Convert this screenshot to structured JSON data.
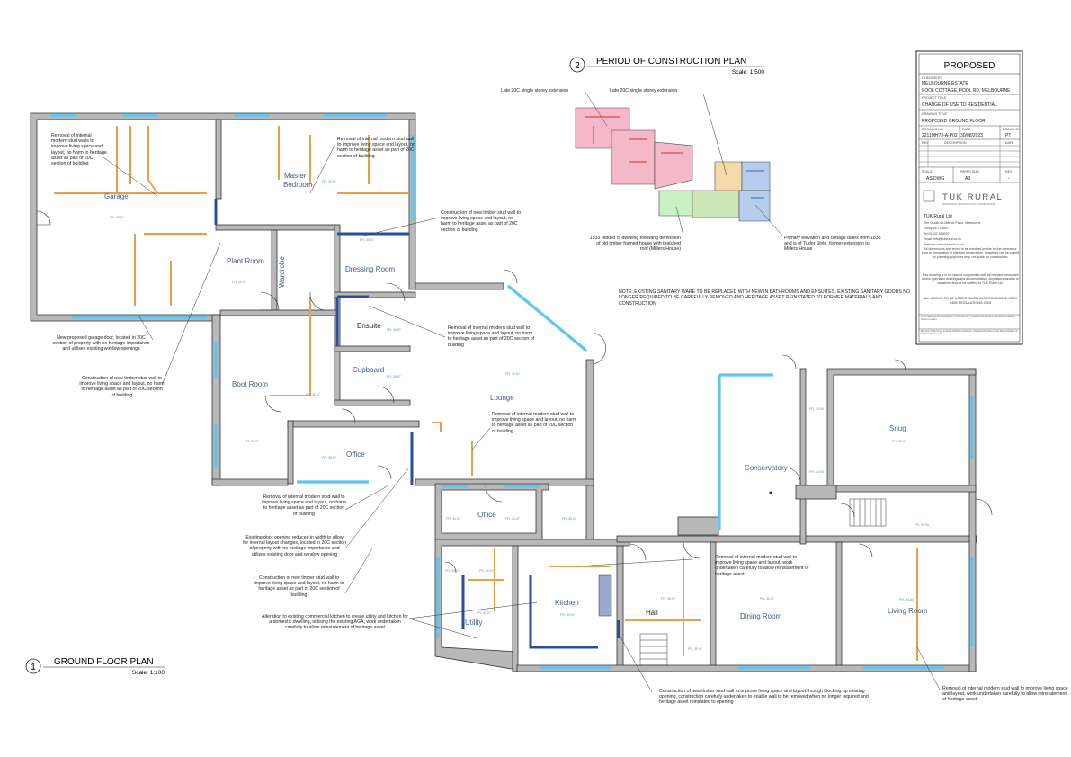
{
  "plan1": {
    "number": "1",
    "title": "GROUND FLOOR PLAN",
    "scale": "Scale: 1:100"
  },
  "plan2": {
    "number": "2",
    "title": "PERIOD OF CONSTRUCTION PLAN",
    "scale": "Scale: 1:500",
    "labels": {
      "ext_left": "Late 20C single storey extension",
      "ext_right": "Late 20C single storey extension",
      "rebuild": "1933 rebuild of dwelling following demolition of old timber framed house with thatched roof (Millers House)",
      "primary": "Primary elevation and cottage dates from 1838 and is of Tudor Style, former extension to Millers House"
    }
  },
  "rooms": {
    "garage": "Garage",
    "master": "Master Bedroom",
    "plant": "Plant Room",
    "wardrobe": "Wardrobe",
    "dressing": "Dressing Room",
    "ensuite": "Ensuite",
    "cupboard": "Cupboard",
    "boot": "Boot Room",
    "office1": "Office",
    "lounge": "Lounge",
    "office2": "Office",
    "utility": "Utility",
    "kitchen": "Kitchen",
    "hall": "Hall",
    "dining": "Dining Room",
    "conservatory": "Conservatory",
    "snug": "Snug",
    "living": "Living Room",
    "ffl": "FFL 30.97",
    "ffl2": "FFL 30.94",
    "ffl3": "FFL 30.84"
  },
  "notes": {
    "n1": "Removal of internal modern stud walls to improve living space and layout, no harm to heritage asset as part of 20C section of building",
    "n2": "Removal of internal modern stud wall to improve living space and layout, no harm to heritage asset as part of 20C section of building",
    "n3": "Construction of new timber stud wall to improve living space and layout, no harm to heritage asset as part of 20C section of building",
    "n4": "New proposed garage door, located in 20C section of property with no heritage importance and utilises existing window openings",
    "n5": "Construction of new timber stud wall to improve living space and layout, no harm to heritage asset as part of 20C section of building",
    "n6": "Removal of internal modern stud wall to improve living space and layout, no harm to heritage asset as part of 20C section of building",
    "n7": "Removal of internal modern stud wall to improve living space and layout, no harm to heritage asset as part of 20C section of building",
    "n8": "Removal of internal modern stud wall to improve living space and layout, no harm to heritage asset as part of 20C section of building",
    "n9": "Existing door opening reduced in width to allow for internal layout changes, located in 20C section of property with no heritage importance and utilizes existing door and window opening",
    "n10": "Construction of new timber stud wall to improve living space and layout, no harm to heritage asset as part of 20C section of building",
    "n11": "Alteration to existing commercial kitchen to create utility and kitchen for a domestic dwelling, utilising the existing AGA, work undertaken carefully to allow reinstatement of heritage asset",
    "n12": "Removal of internal modern stud wall to improve living space and layout, work undertaken carefully to allow reinstatement of heritage asset",
    "n13": "Construction of new timber stud wall to improve living space and layout through blocking up existing opening, construction carefully undertaken to enable wall to be removed when no longer required and heritage asset reinstated to opening",
    "n14": "Removal of internal modern stud wall to improve living space and layout, work undertaken carefully to allow reinstatement of heritage asset",
    "sanitary": "NOTE: EXISTING SANITARY WARE TO BE REPLACED WITH NEW IN BATHROOMS AND ENSUITES, EXISTING SANITARY GOODS NO LONGER REQUIRED TO BE CAREFULLY REMOVED AND HERITAGE ASSET REINSTATED TO FORMER MATERIALS AND CONSTRUCTION"
  },
  "title_block": {
    "status": "PROPOSED",
    "client_label": "CLIENT/SITE",
    "client": "MELBOURNE ESTATE",
    "site": "POOL COTTAGE, POOL RD, MELBOURNE",
    "project_label": "PROJECT TITLE",
    "project": "CHANGE OF USE TO RESIDENTIAL",
    "drawing_label": "DRAWING TITLE",
    "drawing": "PROPOSED GROUND FLOOR",
    "dwg_no_label": "DRAWING NO.",
    "dwg_no": "2211MH73-A-P02",
    "date_label": "DATE",
    "date": "30/08/2023",
    "drawn_label": "DRAWN BY",
    "drawn": "PT",
    "rev_label": "REV",
    "desc_label": "DESCRIPTION",
    "date_col": "DATE",
    "scale_label": "SCALE",
    "scale": "AS/DWG",
    "paper_label": "PAPER SIZE",
    "paper": "A3",
    "rev2_label": "REV",
    "rev2": "-",
    "brand": "TUK RURAL",
    "brand_sub": "TRADITIONAL ARCHITECTURAL CONSERVATION",
    "company": "TUK Rural Ltd",
    "addr1": "The Studio 6a Market Place, Melbourne,",
    "addr2": "Derby DE73 8DS",
    "tel": "Tel:01332 560007",
    "email": "Email: info@tukrural.co.uk",
    "web": "Website: www.tukrural.co.uk",
    "disc1": "All dimensions and levels to be checked on site by the contractor prior to preparation of site and construction. Drawings can be scaled for planning purposes only, not scale for construction.",
    "disc2": "This drawing is to be read in conjunction with all relevant consultant and/or specialist drawings and documentation. Any discrepancies or variations should be notified to TUK Rural Ltd.",
    "cdm": "ALL WORKS TO BE UNDERTAKEN IN ACCORDANCE WITH CDM REGULATIONS 2015",
    "copyright": "This drawing is the copyright of TUK Rural Ltd. It must not be copied or reproduced without written consent.",
    "member": "Member of the Royal Institute of British Architects, Chartered Member of the Royal Institute of Chartered Surveyors"
  }
}
